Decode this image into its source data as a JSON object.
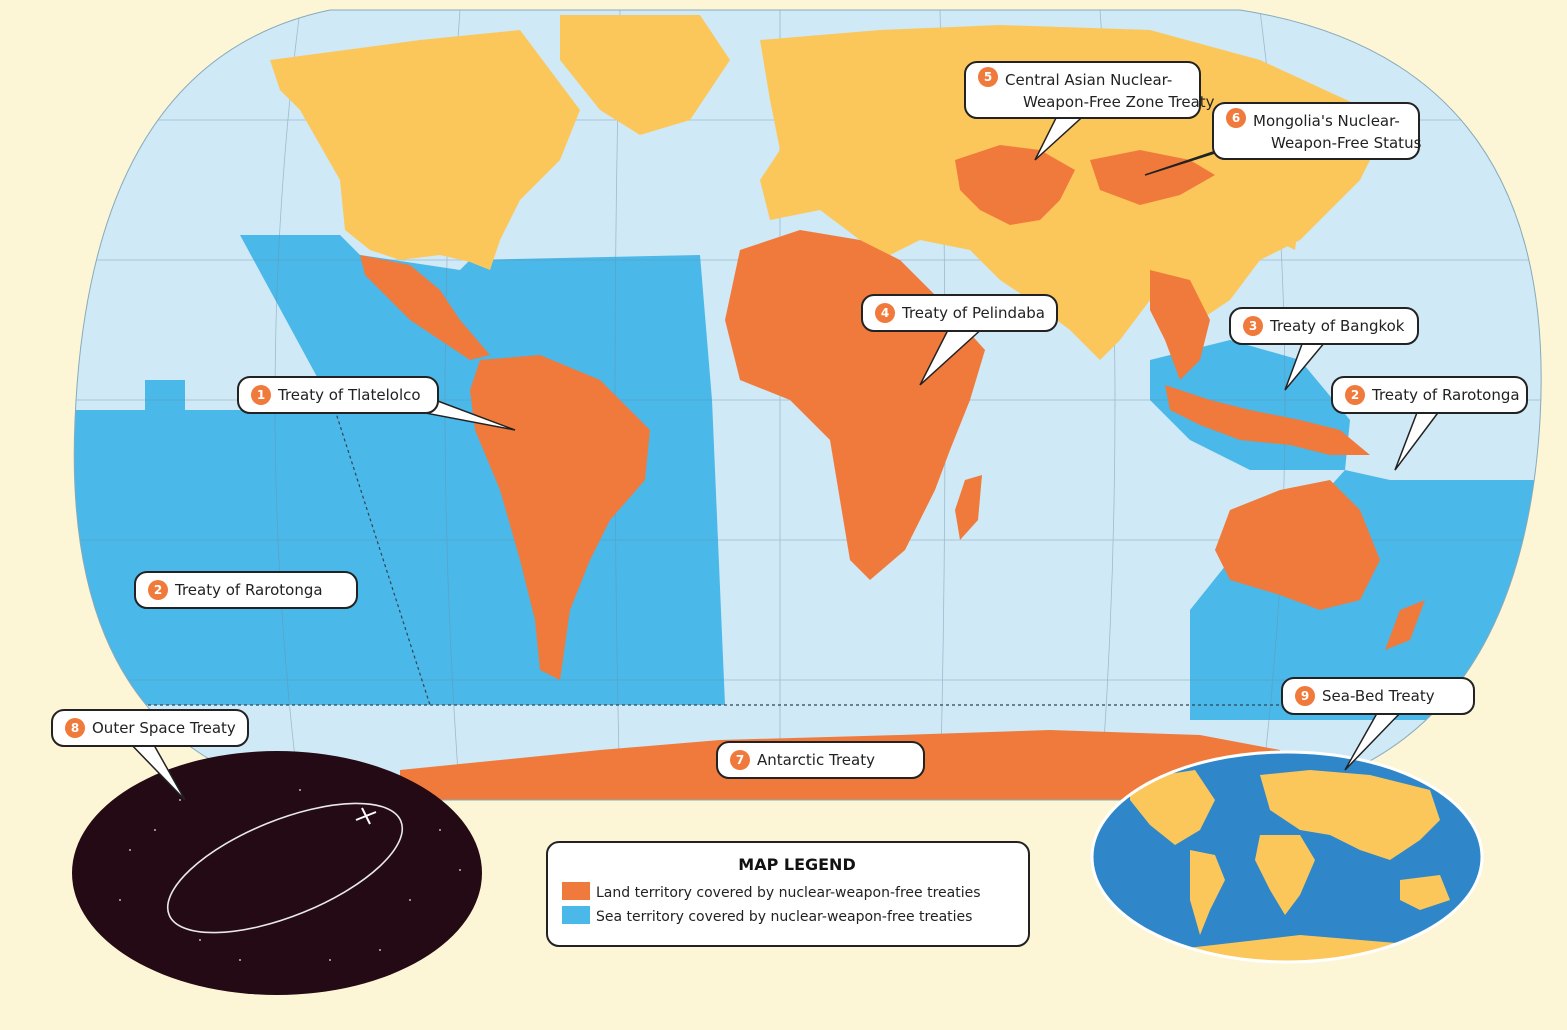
{
  "colors": {
    "background": "#fdf6d6",
    "ocean": "#cfe9f6",
    "sea_covered": "#4ab8e8",
    "land_covered": "#f07a3c",
    "land_other": "#fcc75a",
    "space": "#240a14",
    "mini_ocean": "#2f86c9"
  },
  "callouts": [
    {
      "id": "tlatelolco",
      "number": "1",
      "lines": [
        "Treaty of Tlatelolco"
      ]
    },
    {
      "id": "rarotonga-east",
      "number": "2",
      "lines": [
        "Treaty of Rarotonga"
      ]
    },
    {
      "id": "rarotonga-west",
      "number": "2",
      "lines": [
        "Treaty of Rarotonga"
      ]
    },
    {
      "id": "bangkok",
      "number": "3",
      "lines": [
        "Treaty of Bangkok"
      ]
    },
    {
      "id": "pelindaba",
      "number": "4",
      "lines": [
        "Treaty of Pelindaba"
      ]
    },
    {
      "id": "central-asian",
      "number": "5",
      "lines": [
        "Central Asian Nuclear-",
        "Weapon-Free Zone Treaty"
      ]
    },
    {
      "id": "mongolia",
      "number": "6",
      "lines": [
        "Mongolia's Nuclear-",
        "Weapon-Free Status"
      ]
    },
    {
      "id": "antarctic",
      "number": "7",
      "lines": [
        "Antarctic Treaty"
      ]
    },
    {
      "id": "outer-space",
      "number": "8",
      "lines": [
        "Outer Space Treaty"
      ]
    },
    {
      "id": "sea-bed",
      "number": "9",
      "lines": [
        "Sea-Bed Treaty"
      ]
    }
  ],
  "legend": {
    "title": "MAP LEGEND",
    "items": [
      {
        "label": "Land territory covered by nuclear-weapon-free treaties",
        "color": "#f07a3c"
      },
      {
        "label": "Sea territory covered by nuclear-weapon-free treaties",
        "color": "#4ab8e8"
      }
    ]
  }
}
